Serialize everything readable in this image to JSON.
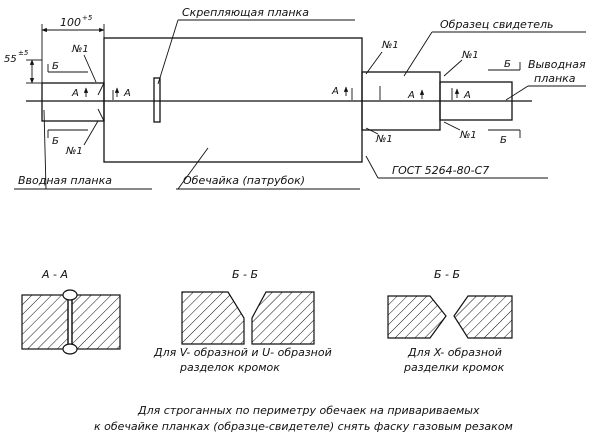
{
  "labels": {
    "top_dim": "100",
    "top_dim_tol": "+5",
    "left_dim": "55",
    "left_dim_tol": "±5",
    "clamp_bar": "Скрепляющая планка",
    "witness_sample": "Образец свидетель",
    "outlet_bar_line1": "Выводная",
    "outlet_bar_line2": "планка",
    "inlet_bar": "Вводная планка",
    "shell": "Обечайка (патрубок)",
    "gost": "ГОСТ 5264-80-С7"
  },
  "marks": {
    "B": "Б",
    "A": "А",
    "N1": "№1"
  },
  "sections": {
    "aa_title": "А - А",
    "bb_title_1": "Б - Б",
    "bb_title_2": "Б - Б",
    "vu_caption_1": "Для V- образной и U- образной",
    "vu_caption_2": "разделок кромок",
    "x_caption_1": "Для X- образной",
    "x_caption_2": "разделки кромок"
  },
  "footer": {
    "line1": "Для строганных по периметру обечаек на привариваемых",
    "line2": "к обечайке планках (образце-свидетеле) снять фаску газовым резаком"
  }
}
